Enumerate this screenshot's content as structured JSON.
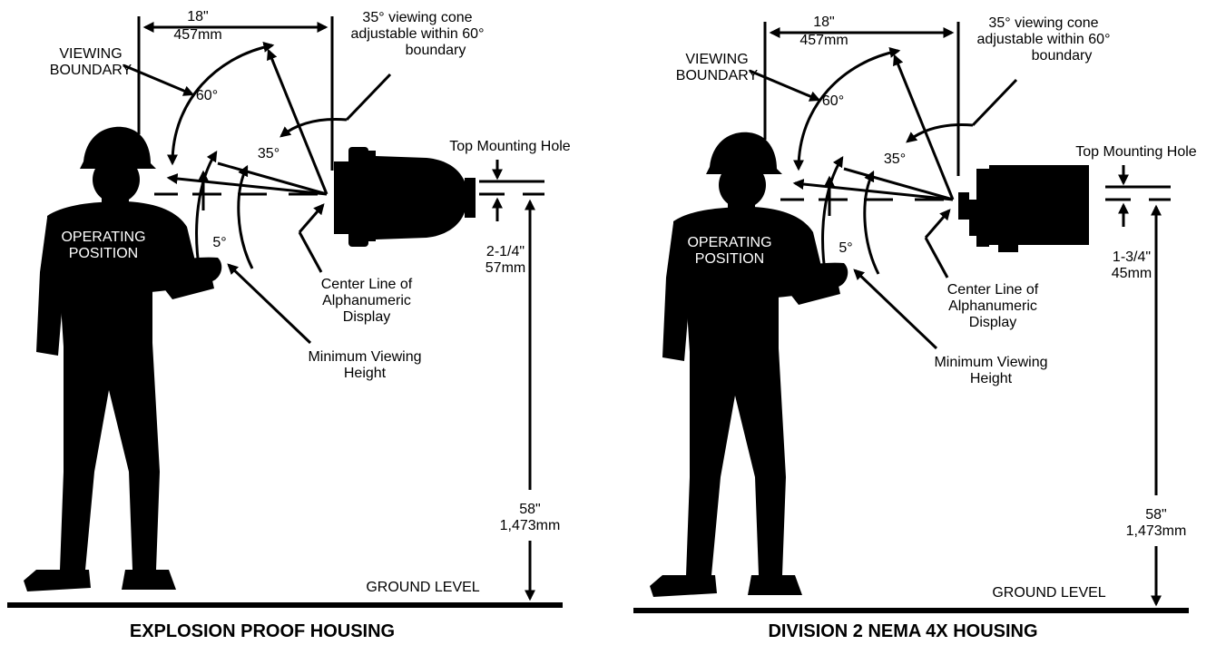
{
  "panels": [
    {
      "id": "explosion",
      "caption": "EXPLOSION PROOF HOUSING",
      "dist_in": "18\"",
      "dist_mm": "457mm",
      "cone_line1": "35° viewing cone",
      "cone_line2": "adjustable within 60°",
      "cone_line3": "boundary",
      "viewing_boundary_1": "VIEWING",
      "viewing_boundary_2": "BOUNDARY",
      "angle_60": "60°",
      "angle_35": "35°",
      "angle_5": "5°",
      "operating_1": "OPERATING",
      "operating_2": "POSITION",
      "top_hole": "Top Mounting Hole",
      "hole_in": "2-1/4\"",
      "hole_mm": "57mm",
      "center_1": "Center Line of",
      "center_2": "Alphanumeric",
      "center_3": "Display",
      "min_1": "Minimum Viewing",
      "min_2": "Height",
      "height_in": "58\"",
      "height_mm": "1,473mm",
      "ground": "GROUND LEVEL"
    },
    {
      "id": "division2",
      "caption": "DIVISION 2 NEMA 4X HOUSING",
      "dist_in": "18\"",
      "dist_mm": "457mm",
      "cone_line1": "35° viewing cone",
      "cone_line2": "adjustable within 60°",
      "cone_line3": "boundary",
      "viewing_boundary_1": "VIEWING",
      "viewing_boundary_2": "BOUNDARY",
      "angle_60": "60°",
      "angle_35": "35°",
      "angle_5": "5°",
      "operating_1": "OPERATING",
      "operating_2": "POSITION",
      "top_hole": "Top Mounting Hole",
      "hole_in": "1-3/4\"",
      "hole_mm": "45mm",
      "center_1": "Center Line of",
      "center_2": "Alphanumeric",
      "center_3": "Display",
      "min_1": "Minimum Viewing",
      "min_2": "Height",
      "height_in": "58\"",
      "height_mm": "1,473mm",
      "ground": "GROUND LEVEL"
    }
  ]
}
